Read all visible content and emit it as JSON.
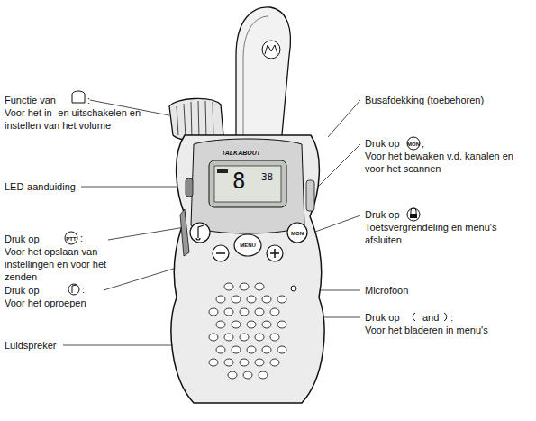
{
  "diagram": {
    "labels": [
      "Functie van",
      ":",
      "Voor het in- en uitschakelen en instellen van het volume",
      "LED-aanduiding",
      "Druk op",
      "PTT",
      ":",
      "Voor het opslaan van instellingen en voor het zenden",
      "Druk op",
      ":",
      "Voor het oproepen",
      "Luidspreker",
      "Busafdekking (toebehoren)",
      "Druk op",
      "MON",
      ";",
      "Voor het bewaken v.d. kanalen en voor het scannen",
      "Druk op",
      "Toetsvergrendeling en menu's afsluiten",
      "Microfoon",
      "Druk op",
      "and",
      ":",
      "Voor het bladeren in menu's",
      "TALKABOUT",
      "8",
      "38",
      "MENU",
      "MON"
    ]
  }
}
